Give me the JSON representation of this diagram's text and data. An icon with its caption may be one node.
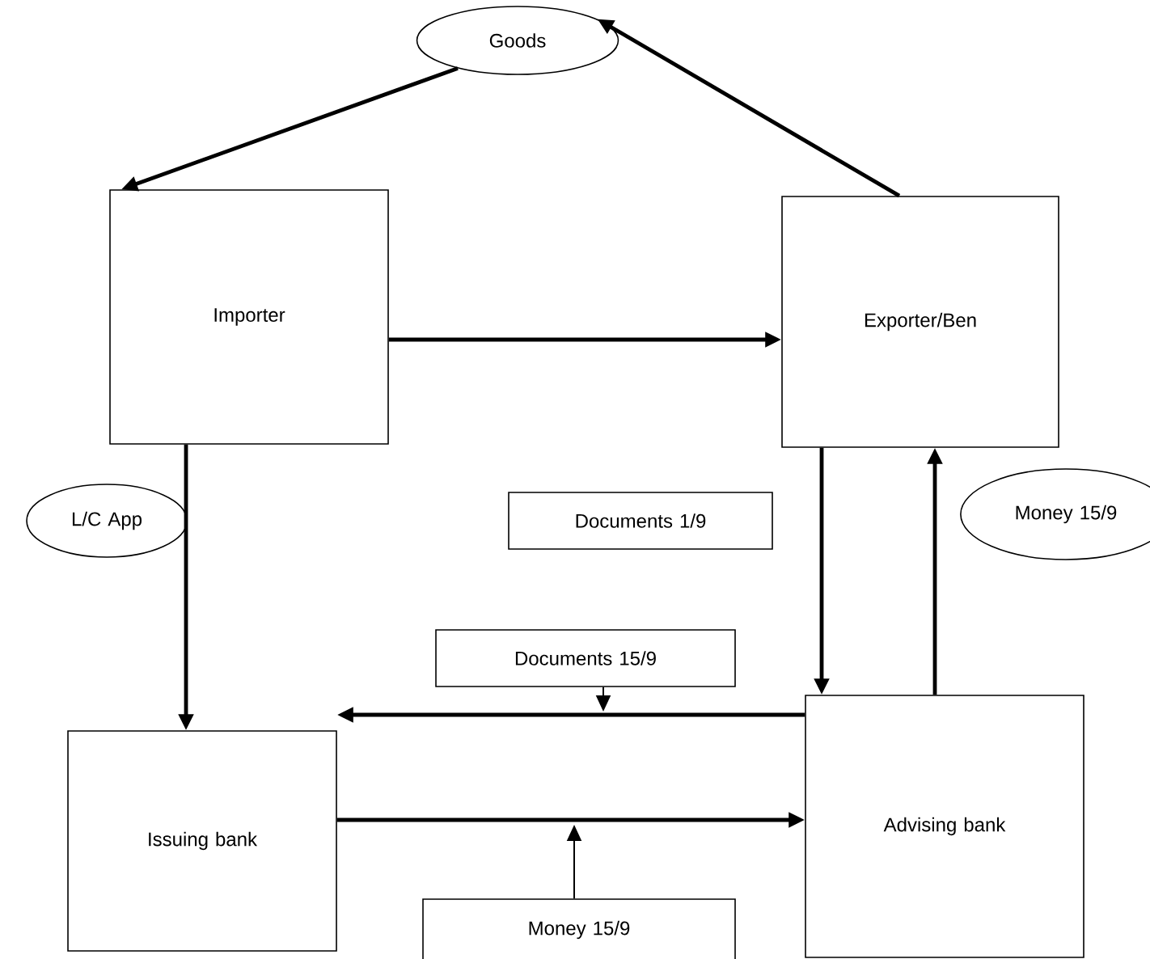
{
  "diagram": {
    "nodes": [
      {
        "text": [
          "Goods"
        ]
      },
      {
        "text": [
          "Importer"
        ]
      },
      {
        "text": [
          "Exporter/Ben"
        ]
      },
      {
        "text": [
          "Documents 1/9"
        ]
      },
      {
        "text": [
          "L/C App"
        ]
      },
      {
        "text": [
          "Money 15/9"
        ]
      },
      {
        "text": [
          "Documents 15/9"
        ]
      },
      {
        "text": [
          "Issuing bank"
        ]
      },
      {
        "text": [
          "Advising bank"
        ]
      },
      {
        "text": [
          "Money 15/9"
        ]
      }
    ],
    "edges": [
      {
        "from": 2,
        "to": 0,
        "arrow": "to"
      },
      {
        "from": 0,
        "to": 1,
        "arrow": "to"
      },
      {
        "from": 1,
        "to": 2,
        "arrow": "to"
      },
      {
        "from": 1,
        "to": 7,
        "arrow": "to"
      },
      {
        "from": 2,
        "to": 8,
        "arrow": "to"
      },
      {
        "from": 8,
        "to": 2,
        "arrow": "to"
      },
      {
        "from": 8,
        "to": 7,
        "arrow": "to"
      },
      {
        "from": 7,
        "to": 8,
        "arrow": "to"
      },
      {
        "from": 6,
        "to": null,
        "arrow": "to"
      },
      {
        "from": 9,
        "to": null,
        "arrow": "to"
      }
    ]
  }
}
